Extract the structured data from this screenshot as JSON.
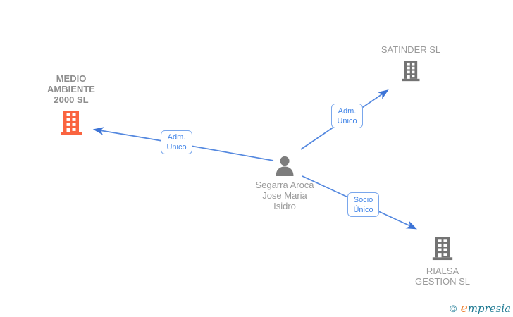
{
  "diagram": {
    "person": {
      "name": "Segarra Aroca Jose Maria Isidro"
    },
    "companies": [
      {
        "name": "MEDIO AMBIENTE 2000 SL",
        "highlighted": true
      },
      {
        "name": "SATINDER SL",
        "highlighted": false
      },
      {
        "name": "RIALSA GESTION SL",
        "highlighted": false
      }
    ],
    "edges": [
      {
        "from": "Segarra Aroca Jose Maria Isidro",
        "to": "MEDIO AMBIENTE 2000 SL",
        "label": "Adm. Unico"
      },
      {
        "from": "Segarra Aroca Jose Maria Isidro",
        "to": "SATINDER SL",
        "label": "Adm. Unico"
      },
      {
        "from": "Segarra Aroca Jose Maria Isidro",
        "to": "RIALSA GESTION SL",
        "label": "Socio Único"
      }
    ],
    "colors": {
      "highlight_orange": "#fa6440",
      "node_gray": "#737373",
      "edge_blue": "#5488df",
      "arrow_blue": "#3d74d6",
      "label_blue": "#4285e8",
      "label_border_blue": "#7aa7ec",
      "text_gray": "#9a9a9a"
    }
  },
  "footer": {
    "copyright": "©",
    "brand_initial": "e",
    "brand_rest": "mpresia"
  }
}
